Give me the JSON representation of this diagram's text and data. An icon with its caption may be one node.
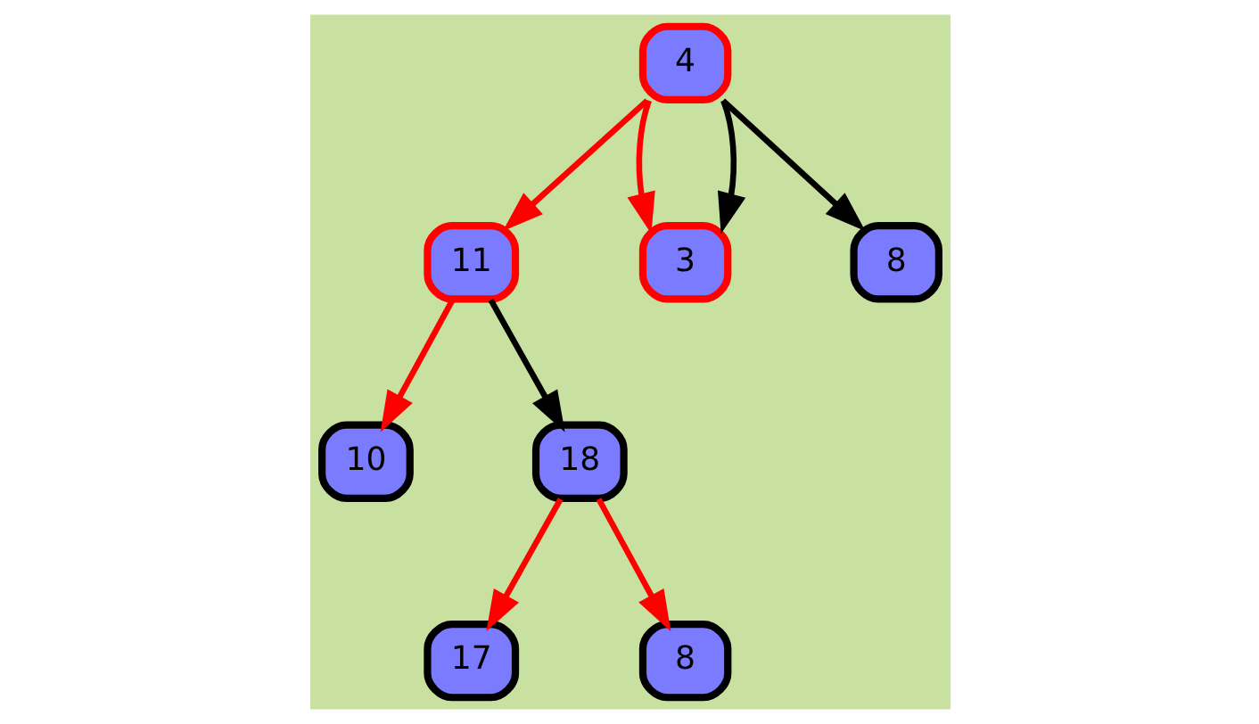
{
  "diagram": {
    "nodes": [
      {
        "text": [
          "4"
        ]
      },
      {
        "text": [
          "11"
        ]
      },
      {
        "text": [
          "3"
        ]
      },
      {
        "text": [
          "8"
        ]
      },
      {
        "text": [
          "10"
        ]
      },
      {
        "text": [
          "18"
        ]
      },
      {
        "text": [
          "17"
        ]
      },
      {
        "text": [
          "8"
        ]
      }
    ],
    "edges": [
      {
        "from": 0,
        "to": 1,
        "arrow": "to"
      },
      {
        "from": 0,
        "to": 2,
        "arrow": "to"
      },
      {
        "from": 0,
        "to": 2,
        "arrow": "to",
        "color": "#000000"
      },
      {
        "from": 0,
        "to": 3,
        "arrow": "to",
        "color": "#000000"
      },
      {
        "from": 1,
        "to": 4,
        "arrow": "to"
      },
      {
        "from": 1,
        "to": 5,
        "arrow": "to",
        "color": "#000000"
      },
      {
        "from": 5,
        "to": 6,
        "arrow": "to"
      },
      {
        "from": 5,
        "to": 7,
        "arrow": "to"
      }
    ]
  }
}
